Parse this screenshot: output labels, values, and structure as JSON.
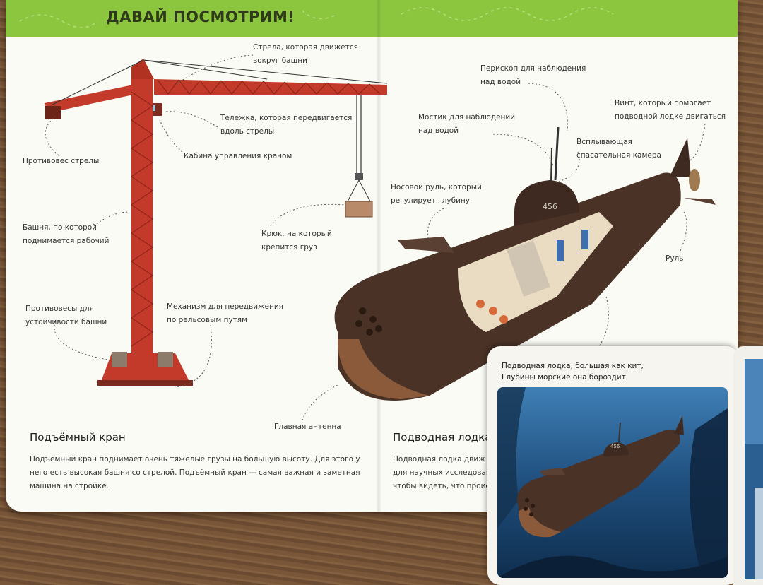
{
  "page": {
    "title": "ДАВАЙ ПОСМОТРИМ!"
  },
  "crane": {
    "labels": [
      {
        "id": "boom",
        "text": "Стрела, которая движется\nвокруг башни"
      },
      {
        "id": "trolley",
        "text": "Тележка, которая передвигается\nвдоль стрелы"
      },
      {
        "id": "cabin",
        "text": "Кабина управления краном"
      },
      {
        "id": "counterweight",
        "text": "Противовес стрелы"
      },
      {
        "id": "tower",
        "text": "Башня, по которой\nподнимается рабочий"
      },
      {
        "id": "hook",
        "text": "Крюк, на который\nкрепится груз"
      },
      {
        "id": "counterweights",
        "text": "Противовесы для\nустойчивости башни"
      },
      {
        "id": "mechanism",
        "text": "Механизм для передвижения\nпо рельсовым путям"
      }
    ],
    "section_title": "Подъёмный кран",
    "body": "Подъёмный кран поднимает очень тяжёлые грузы на большую высоту. Для этого у него есть высокая башня со стрелой. Подъёмный кран — самая важная и заметная машина на стройке."
  },
  "submarine": {
    "labels": [
      {
        "id": "periscope",
        "text": "Перископ для наблюдения\nнад водой"
      },
      {
        "id": "bridge",
        "text": "Мостик для наблюдений\nнад водой"
      },
      {
        "id": "propeller",
        "text": "Винт, который помогает\nподводной лодке двигаться"
      },
      {
        "id": "escape",
        "text": "Всплывающая\nспасательная камера"
      },
      {
        "id": "bow_rudder",
        "text": "Носовой руль, который\nрегулирует глубину"
      },
      {
        "id": "rudder",
        "text": "Руль"
      },
      {
        "id": "antenna",
        "text": "Главная антенна"
      }
    ],
    "hull_number": "456",
    "section_title": "Подводная лодка",
    "body_lines": [
      "Подводная лодка движ",
      "для научных исследован",
      "чтобы видеть, что происх"
    ]
  },
  "card": {
    "text": "Подводная лодка, большая как кит,\nГлубины морские она бороздит.",
    "hull_number": "456"
  },
  "colors": {
    "header_green": "#8cc63f",
    "crane_red": "#c43a2a",
    "submarine_brown": "#4a3226",
    "sea_blue": "#2b5d8a"
  }
}
